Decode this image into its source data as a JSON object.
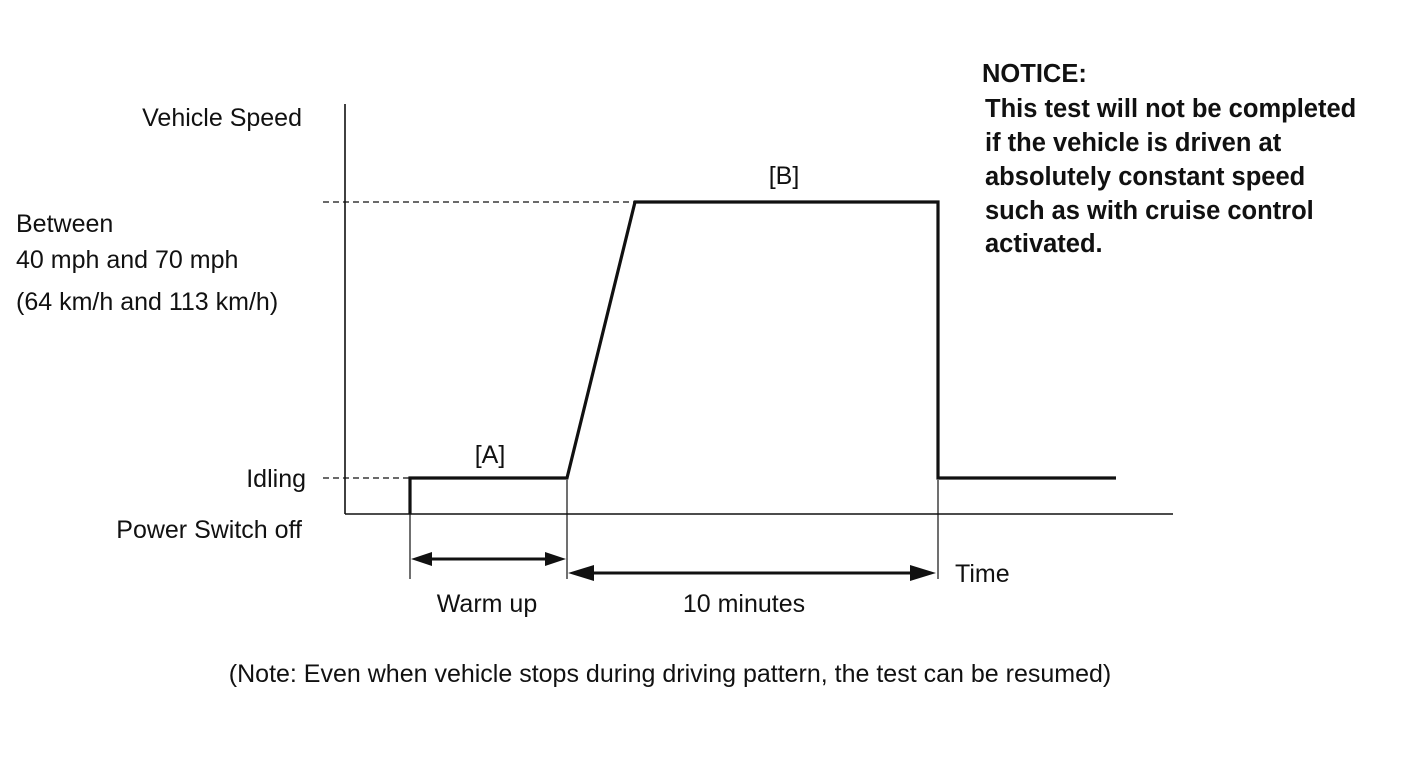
{
  "y_labels": {
    "vehicle_speed": "Vehicle Speed",
    "between_line1": "Between",
    "between_line2": "40 mph and 70 mph",
    "between_line3": "(64 km/h and 113 km/h)",
    "idling": "Idling",
    "power_switch_off": "Power Switch off"
  },
  "segment_labels": {
    "a": "[A]",
    "b": "[B]"
  },
  "x_labels": {
    "time": "Time",
    "warm_up": "Warm up",
    "ten_minutes": "10 minutes"
  },
  "notice": {
    "heading": "NOTICE:",
    "lines": [
      "This test will not be completed",
      "if the vehicle is driven at",
      "absolutely constant speed",
      "such as with cruise control",
      "activated."
    ]
  },
  "footnote": "(Note: Even when vehicle stops during driving pattern, the test can be resumed)"
}
